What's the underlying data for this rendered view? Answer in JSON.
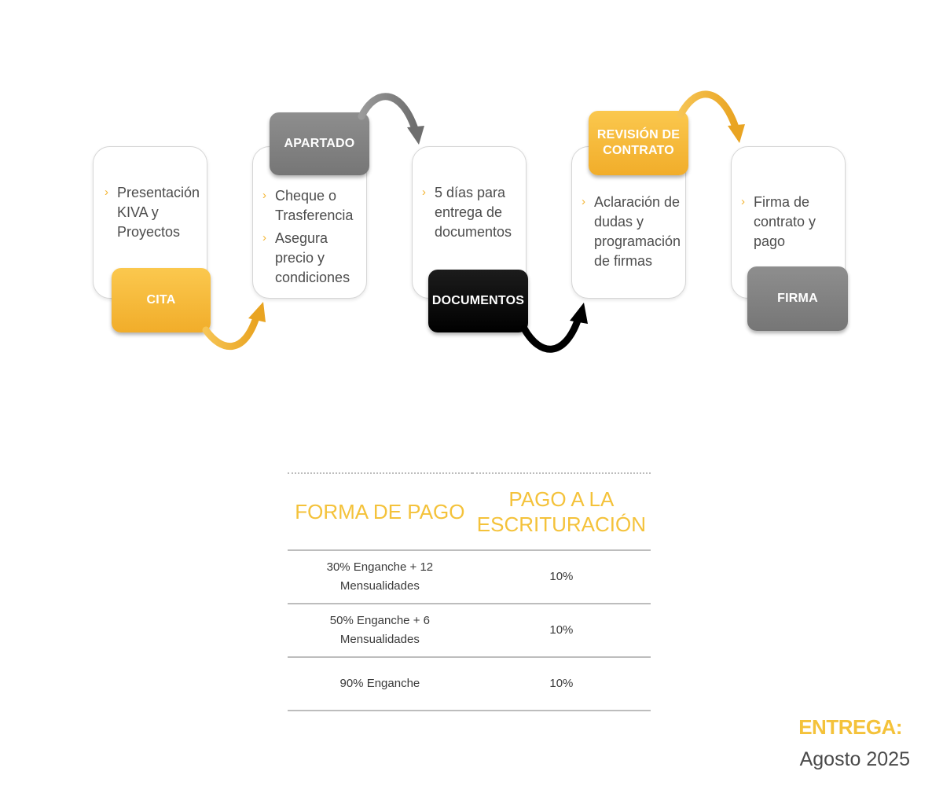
{
  "steps": [
    {
      "tag": "CITA",
      "items": [
        "Presentación KIVA y Proyectos"
      ]
    },
    {
      "tag": "APARTADO",
      "items": [
        "Cheque o Trasferencia",
        "Asegura precio y condiciones"
      ]
    },
    {
      "tag": "DOCUMENTOS",
      "items": [
        "5 días para entrega de documentos"
      ]
    },
    {
      "tag": "REVISIÓN DE CONTRATO",
      "items": [
        "Aclaración de dudas y programación de firmas"
      ]
    },
    {
      "tag": "FIRMA",
      "items": [
        "Firma de contrato y pago"
      ]
    }
  ],
  "table": {
    "headers": [
      "FORMA DE PAGO",
      "PAGO A LA ESCRITURACIÓN"
    ],
    "rows": [
      [
        "30% Enganche + 12 Mensualidades",
        "10%"
      ],
      [
        "50% Enganche + 6 Mensualidades",
        "10%"
      ],
      [
        "90% Enganche",
        "10%"
      ]
    ]
  },
  "delivery": {
    "label": "ENTREGA:",
    "date": "Agosto 2025"
  },
  "colors": {
    "accent_yellow": "#f4b532",
    "gray": "#808080",
    "black": "#000000",
    "table_header": "#f4c23a"
  }
}
